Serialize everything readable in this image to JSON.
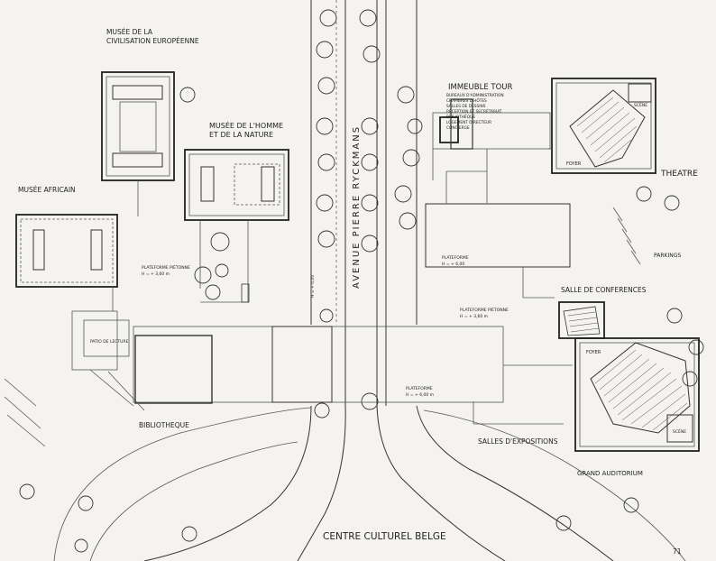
{
  "labels": {
    "musee_civ": [
      "MUSÉE DE LA",
      "CIVILISATION  EUROPÉENNE"
    ],
    "musee_homme": [
      "MUSÉE DE L'HOMME",
      "ET DE LA NATURE"
    ],
    "musee_africain": "MUSÉE  AFRICAIN",
    "avenue": "AVENUE   PIERRE   RYCKMANS",
    "immeuble": "IMMEUBLE  TOUR",
    "immeuble_list": [
      "BUREAUX D'ADMINISTRATION",
      "CHAMBRES D'HÔTES",
      "SALLES DE DESSINS",
      "RÉCEPTION ET SECRÉTARIAT",
      "BIBLIOTHÈQUE",
      "LOGEMENT DIRECTEUR",
      "CONCIERGE"
    ],
    "theatre": "THEATRE",
    "scene_top": "SCÈNE",
    "foyer_top": "FOYER",
    "parkings": "PARKINGS",
    "salle_conf": "SALLE DE CONFERENCES",
    "foyer_bottom": "FOYER",
    "scene_bottom": "SCÈNE",
    "grand_auditorium": "GRAND AUDITORIUM",
    "salles_expo": "SALLES  D'EXPOSITIONS",
    "plat_pieton_left": [
      "PLATEFORME  PIÉTONNE",
      "H = + 3,60 m"
    ],
    "plat_center": [
      "PLATEFORME",
      "H = + 6,00"
    ],
    "plat_pieton_right": [
      "PLATEFORME  PIÉTONNE",
      "H = + 3,60 m"
    ],
    "plat_bottom": [
      "PLATEFORME",
      "H = + 6,00 m"
    ],
    "patio": "PATIO DE LECTURE",
    "bibliotheque": "BIBLIOTHEQUE",
    "h_road": "H = + 0,00",
    "title": "CENTRE CULTUREL BELGE",
    "page_number": "71"
  }
}
